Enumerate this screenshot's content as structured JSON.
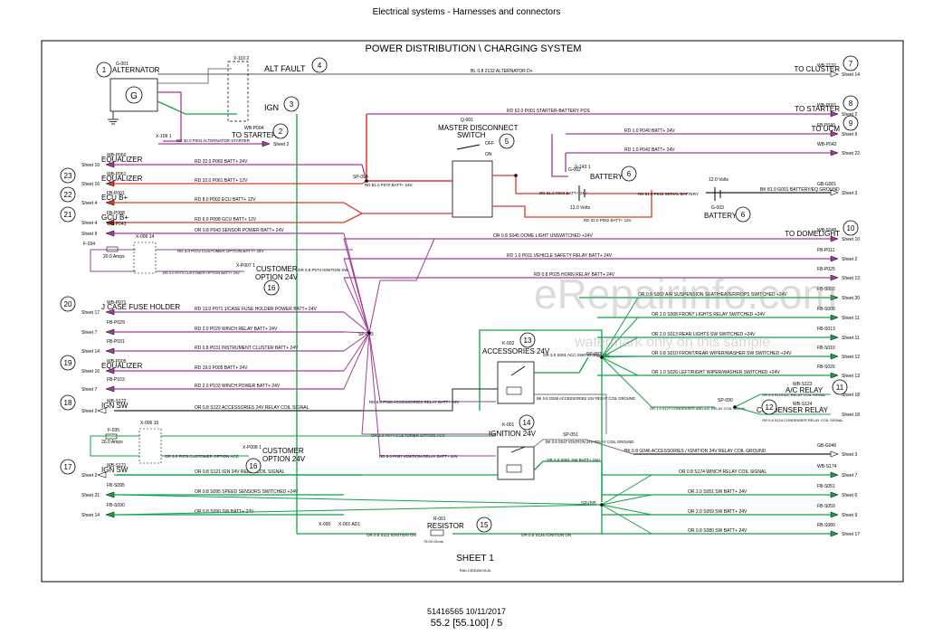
{
  "header": {
    "title": "Electrical systems - Harnesses and connectors"
  },
  "diagram": {
    "title": "POWER DISTRIBUTION \\ CHARGING SYSTEM",
    "sheet_label": "SHEET 1",
    "drawing_ref": "RAIL13DDZ8IYAJA",
    "footer_doc": "51416565 10/11/2017",
    "footer_page": "55.2 [55.100] / 5"
  },
  "watermark": {
    "brand": "eRepairinfo.com",
    "note": "watermark only on this sample"
  },
  "colors": {
    "purple": "#a23c97",
    "red": "#d83a2f",
    "green": "#13a14b",
    "pink": "#cf4a7c",
    "grey": "#777777",
    "black": "#222222"
  },
  "components": {
    "alternator": {
      "code": "G-001",
      "name": "ALTERNATOR",
      "num": "1"
    },
    "alt_fault": {
      "code": "X-110 2",
      "name": "ALT FAULT",
      "num": "4"
    },
    "ign": {
      "name": "IGN",
      "num": "3"
    },
    "to_starter_left": {
      "code": "WB-P004",
      "name": "TO STARTER",
      "num": "2",
      "conn": "X-109 1",
      "wire": "RD 32.0 P004 ALTERNATOR-STARTER",
      "sheet": "Sheet 2"
    },
    "master": {
      "code": "Q-001",
      "name1": "MASTER DISCONNECT",
      "name2": "SWITCH",
      "num": "5",
      "off": "OFF",
      "on": "ON"
    },
    "battery1": {
      "code": "G-002",
      "name": "BATTERY",
      "num": "6",
      "volts": "12.0 Volts",
      "conn": "X-143 1"
    },
    "battery2": {
      "code": "G-003",
      "name": "BATTERY",
      "num": "6",
      "volts": "12.0 Volts"
    },
    "accessories": {
      "code": "K-002",
      "name": "ACCESSORIES 24V",
      "num": "13"
    },
    "ignition": {
      "code": "K-001",
      "name": "IGNITION 24V",
      "num": "14"
    },
    "resistor": {
      "code": "R-001",
      "name": "RESISTOR",
      "num": "15",
      "ohms": "75.00 Ohms"
    },
    "customer1": {
      "code": "X-P007 1",
      "name1": "CUSTOMER",
      "name2": "OPTION 24V",
      "num": "16"
    },
    "customer2": {
      "code": "X-P008 1",
      "name1": "CUSTOMER",
      "name2": "OPTION 24V",
      "num": "16"
    },
    "ac_relay": {
      "name": "A/C RELAY",
      "num": "11",
      "code": "WB-S123"
    },
    "condenser_relay": {
      "name": "CONDENSER RELAY",
      "num": "12",
      "code": "WB-S124"
    },
    "fuse1": {
      "code": "F-034",
      "amps": "20.0 Amps",
      "conn": "X-006 14"
    },
    "fuse2": {
      "code": "F-035",
      "amps": "20.0 Amps",
      "conn": "X-006 15"
    }
  },
  "left_refs": [
    {
      "sheet": "Sheet 16",
      "code": "WB-P060",
      "name": "EQUALIZER",
      "num": "",
      "wire": "RD 32.0 P060 BATT+ 24V"
    },
    {
      "sheet": "Sheet 16",
      "code": "WB-P061",
      "name": "EQUALIZER",
      "num": "23",
      "wire": "RD 32.0 P061 BATT+ 12V"
    },
    {
      "sheet": "Sheet 4",
      "code": "FB-P001",
      "name": "ECU B+",
      "num": "22",
      "wire": "RD 8.0 P002 ECU BATT+ 12V"
    },
    {
      "sheet": "Sheet 4",
      "code": "FB-P088",
      "name": "GCU B+",
      "num": "21",
      "wire": "RD 6.0 P008 GCU BATT+ 12V"
    },
    {
      "sheet": "Sheet 9",
      "code": "WB-P043",
      "name": "",
      "num": "",
      "wire": "OR 0.8 P043 SENSOR POWER BATT+ 24V"
    },
    {
      "sheet": "Sheet 17",
      "code": "WB-P071",
      "name": "J CASE FUSE HOLDER",
      "num": "20",
      "wire": "RD 13.0 P071 1/CASE FUSE HOLDER POWER BATT+ 24V"
    },
    {
      "sheet": "Sheet 7",
      "code": "FB-P029",
      "name": "",
      "num": "",
      "wire": "RD 2.0 P029 WINCH RELAY BATT+ 24V"
    },
    {
      "sheet": "Sheet 14",
      "code": "FB-P031",
      "name": "",
      "num": "",
      "wire": "RD 0.8 P031 INSTRUMENT CLUSTER BATT+ 24V"
    },
    {
      "sheet": "Sheet 16",
      "code": "WB-P005",
      "name": "EQUALIZER",
      "num": "19",
      "wire": "RD 19.0 P005 BATT+ 24V"
    },
    {
      "sheet": "Sheet 7",
      "code": "FB-P103",
      "name": "",
      "num": "",
      "wire": "RD 2.0 P103 WINCH POWER BATT+ 24V"
    },
    {
      "sheet": "Sheet 2",
      "code": "WB-S122",
      "name": "IGN SW",
      "num": "18",
      "wire": "OR 0.8 S122 ACCESSORIES 24V RELAY COIL SIGNAL"
    },
    {
      "sheet": "Sheet 2",
      "code": "WB-S121",
      "name": "IGN SW",
      "num": "17",
      "wire": "OR 0.8 S121 IGN 24V RELAY COIL SIGNAL"
    },
    {
      "sheet": "Sheet 21",
      "code": "FB-S095",
      "name": "",
      "num": "",
      "wire": "OR 0.8 S095 SPEED SENSORS SWITCHED +24V"
    },
    {
      "sheet": "Sheet 14",
      "code": "FB-S090",
      "name": "",
      "num": "",
      "wire": "OR 0.8 S090 SW BATT+ 24V"
    }
  ],
  "right_refs": [
    {
      "sheet": "Sheet 14",
      "code": "WB-2132",
      "name": "TO CLUSTER",
      "num": "7",
      "wire": "BL 0.8 2132 ALTERNATOR D+"
    },
    {
      "sheet": "Sheet 2",
      "code": "WB-P001",
      "name": "TO STARTER",
      "num": "8",
      "wire": "RD 62.0 P001 STARTER-BATTERY POS"
    },
    {
      "sheet": "Sheet 9",
      "code": "FB-P040",
      "name": "TO UCM",
      "num": "9",
      "wire": "RD 1.0 P040 BATT+ 24V"
    },
    {
      "sheet": "Sheet 22",
      "code": "WB-P042",
      "name": "",
      "num": "",
      "wire": "RD 1.0 P042 BATT+ 24V"
    },
    {
      "sheet": "Sheet 3",
      "code": "GB-G001",
      "name": "",
      "num": "",
      "wire": "BK 81.0 G001 BATTERY/EQ GROUND"
    },
    {
      "sheet": "Sheet 10",
      "code": "WB-S045",
      "name": "TO DOMELIGHT",
      "num": "10",
      "wire": "OR 0.8 S045 DOME LIGHT UNSWITCHED +24V"
    },
    {
      "sheet": "Sheet 2",
      "code": "FB-P011",
      "name": "",
      "num": "",
      "wire": "RD 1.0 P011 VEHICLE SAFETY RELAY BATT+ 24V"
    },
    {
      "sheet": "Sheet 13",
      "code": "FB-P025",
      "name": "",
      "num": "",
      "wire": "RD 0.8 P025 HORN RELAY BATT+ 24V"
    },
    {
      "sheet": "Sheet 20",
      "code": "FB-S002",
      "name": "",
      "num": "",
      "wire": "OR 0.8 S002 AIR SUSPENSION SEAT/HEATER/ROPS SWITCHED +24V"
    },
    {
      "sheet": "Sheet 11",
      "code": "FB-S008",
      "name": "",
      "num": "",
      "wire": "OR 2.0 S008 FRONT LIGHTS RELAY SWITCHED +24V"
    },
    {
      "sheet": "Sheet 11",
      "code": "FB-S013",
      "name": "",
      "num": "",
      "wire": "OR 2.0 S013 REAR LIGHTS SW SWITCHED +24V"
    },
    {
      "sheet": "Sheet 12",
      "code": "FB-S010",
      "name": "",
      "num": "",
      "wire": "OR 0.8 S010 FRONT/REAR WIPER/WASHER SW SWITCHED +24V"
    },
    {
      "sheet": "Sheet 13",
      "code": "FB-S026",
      "name": "",
      "num": "",
      "wire": "OR 1.0 S026 LEFT/RIGHT WIPER/WASHER SWITCHED +24V"
    },
    {
      "sheet": "Sheet 18",
      "code": "",
      "name": "",
      "num": "",
      "wire": "OR 0.8 S123 A/C RELAY COIL SIGNAL"
    },
    {
      "sheet": "Sheet 18",
      "code": "",
      "name": "",
      "num": "",
      "wire": "OR 0.8 S124 CONDENSER RELAY COIL SIGNAL"
    },
    {
      "sheet": "Sheet 3",
      "code": "GB-G046",
      "name": "",
      "num": "",
      "wire": "BK 0.8 G046 ACCESSORIES / IGNITION 24V RELAY COIL GROUND"
    },
    {
      "sheet": "Sheet 7",
      "code": "WB-S174",
      "name": "",
      "num": "",
      "wire": "OR 0.8 S174 WINCH RELAY COIL SIGNAL"
    },
    {
      "sheet": "Sheet 6",
      "code": "FB-S051",
      "name": "",
      "num": "",
      "wire": "OR 2.0 S051 SW BATT+ 24V"
    },
    {
      "sheet": "Sheet 9",
      "code": "FB-S059",
      "name": "",
      "num": "",
      "wire": "OR 2.0 S059 SW BATT+ 24V"
    },
    {
      "sheet": "Sheet 17",
      "code": "FB-S080",
      "name": "",
      "num": "",
      "wire": "OR 0.8 S080 SW BATT+ 24V"
    }
  ],
  "inner_labels": {
    "sp094": "SP-094",
    "sp093": "SP-093",
    "sp090": "SP-090",
    "sp092": "SP-092",
    "sp095": "SP-095",
    "sp051": "SP-051",
    "w_sp094": "RD 81.0 P070 BATT+ 24V",
    "w_p003": "RD 81.0 P003 BATT+ 24V",
    "w_p018": "RD 81.0 P018 SERIAL BATTERY",
    "w_p062": "RD 32.0 P062 BATT+ 12V",
    "w_c1": "RD 3.0 P072 CUSTOMER OPTION BATT+ 24V",
    "w_c1b": "RD 3.0 P073 CUSTOMER OPTION BATT+ 24V",
    "w_c2": "OR 3.0 P075 CUSTOMER OPTION ACC",
    "w_p074": "OR 3.0 P074 CUSTOMER OPTION ACC",
    "w_p006": "RD 5.0 P006 ACCESSORIES RELAY BATT+ 24V",
    "w_p007": "RD 5.0 P007 IGNITION RELAY BATT+ 24V",
    "w_s001": "OR 3.0 S001 ACC SWITCHED +24V",
    "w_g048": "BK 0.8 G048 ACCESSORIES 24V RELAY COIL GROUND",
    "w_g047": "BK 0.8 G047 IGNITION 24V RELAY COIL GROUND",
    "w_s091": "OR 3.0 S091 SW BATT+ 24V",
    "w_s127": "OR 1.0 S127 CONDENSER AND A/C RELAY COIL SIGNAL",
    "w_s111": "OR 0.8 S111 IGNITION ON",
    "w_s126": "OR 0.8 S126 IGNITION ON",
    "w_d": "OR 0.8 P073 IGNITION SW",
    "x090": "X-090",
    "x001": "X-001 AD1"
  }
}
